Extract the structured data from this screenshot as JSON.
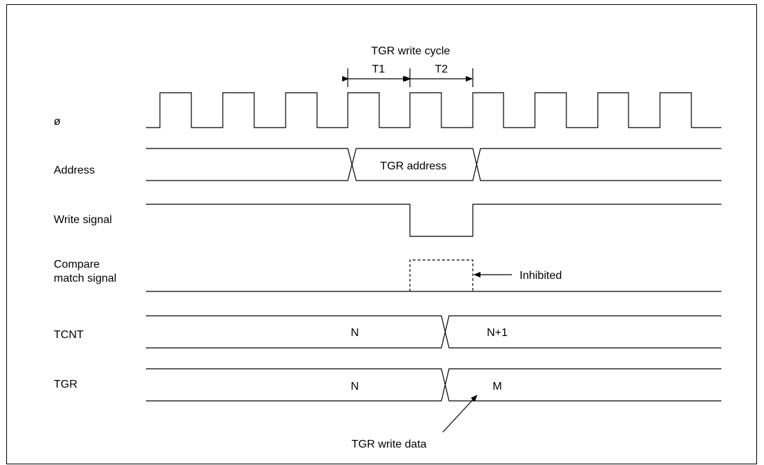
{
  "labels": {
    "phi": "ø",
    "address": "Address",
    "write_signal": "Write signal",
    "compare_line1": "Compare",
    "compare_line2": "match signal",
    "tcnt": "TCNT",
    "tgr": "TGR"
  },
  "annotations": {
    "write_cycle": "TGR write cycle",
    "t1": "T1",
    "t2": "T2",
    "tgr_address": "TGR address",
    "inhibited": "Inhibited",
    "tcnt_before": "N",
    "tcnt_after": "N+1",
    "tgr_before": "N",
    "tgr_after": "M",
    "tgr_write_data": "TGR write data"
  }
}
